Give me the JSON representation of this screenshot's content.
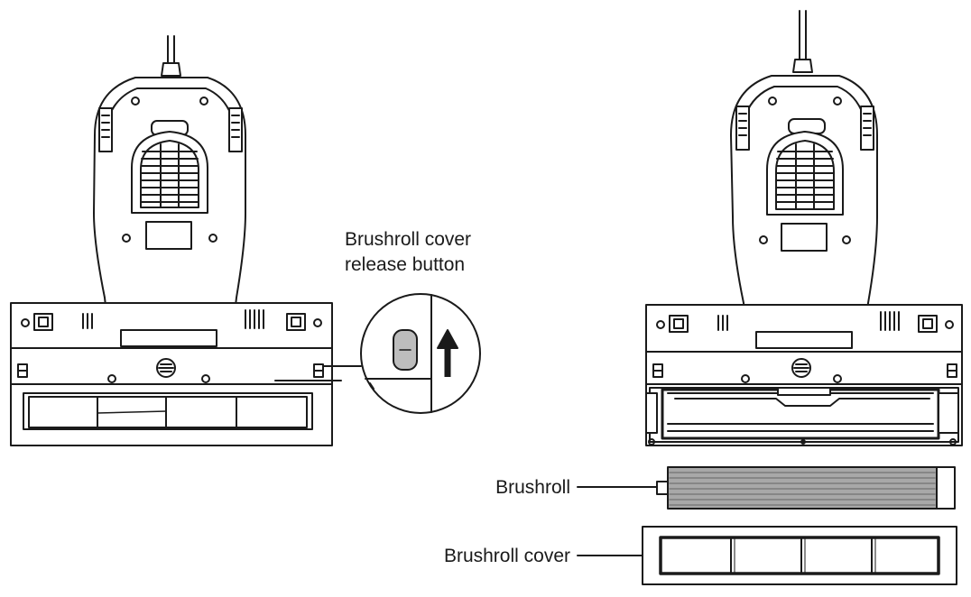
{
  "labels": {
    "release_button_line1": "Brushroll cover",
    "release_button_line2": "release button",
    "brushroll": "Brushroll",
    "brushroll_cover": "Brushroll cover"
  },
  "colors": {
    "line": "#1a1a1a",
    "fill": "#ffffff",
    "shade": "#bdbdbd",
    "brushroll_fill": "#a8a8a8"
  },
  "icons": [
    "arrow-up-icon"
  ]
}
